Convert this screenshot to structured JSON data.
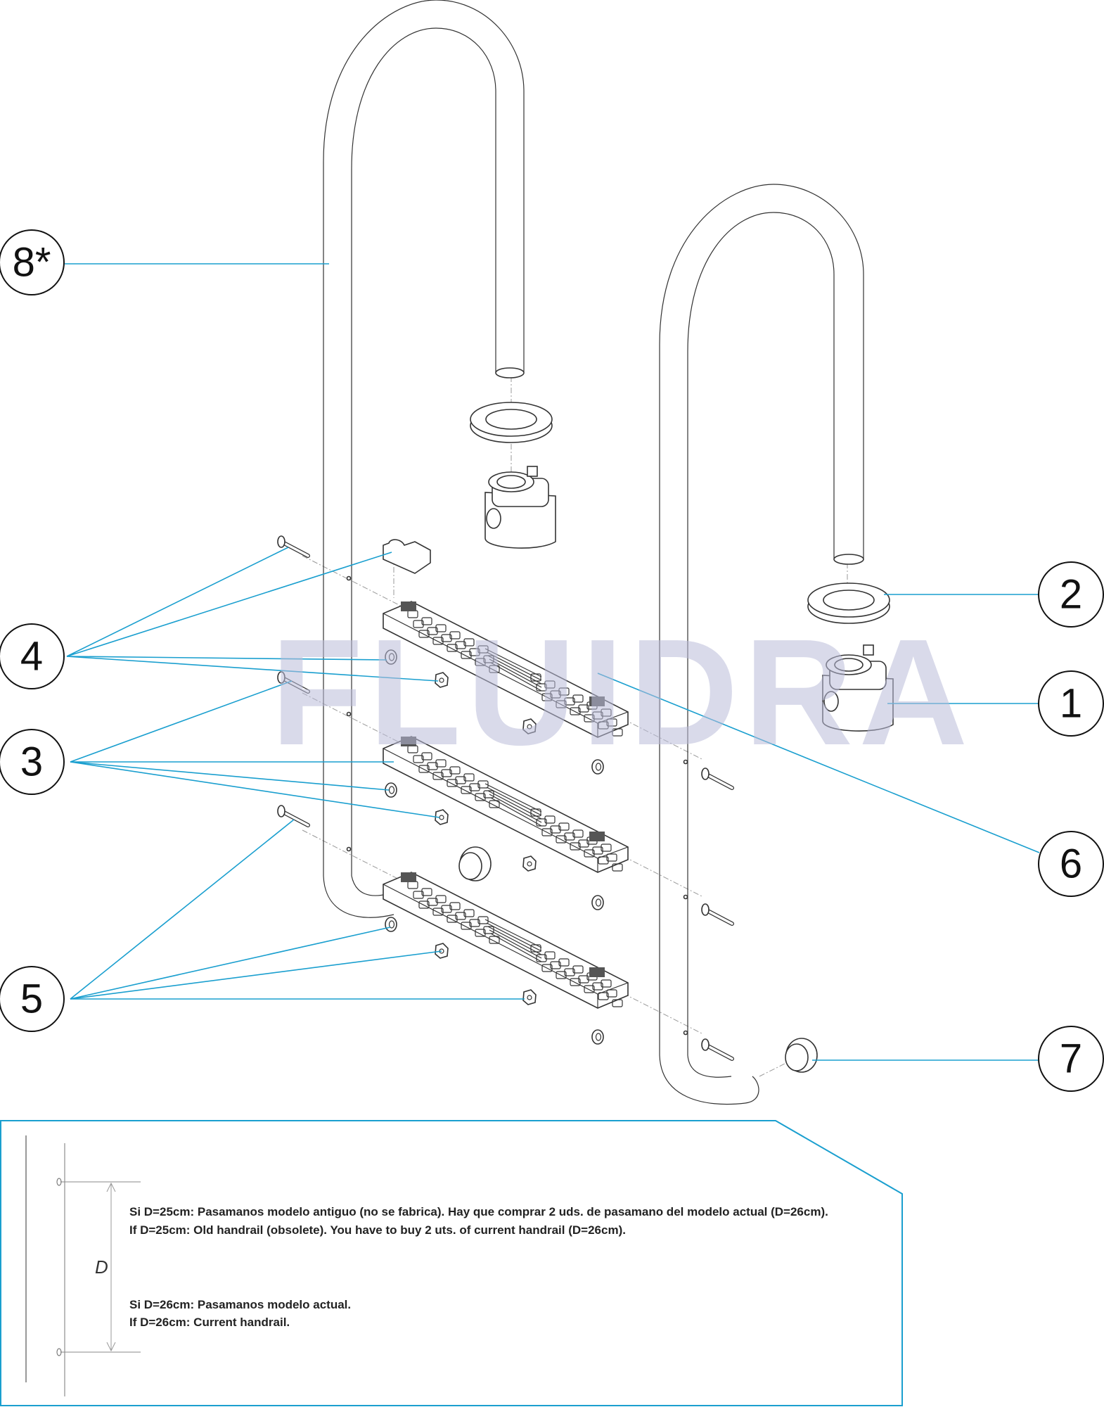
{
  "title": "Exploded parts diagram - pool ladder",
  "watermark": "FLUIDRA",
  "accent_color": "#1a9fcf",
  "callouts": [
    {
      "id": "8",
      "label": "8*"
    },
    {
      "id": "4",
      "label": "4"
    },
    {
      "id": "3",
      "label": "3"
    },
    {
      "id": "5",
      "label": "5"
    },
    {
      "id": "2",
      "label": "2"
    },
    {
      "id": "1",
      "label": "1"
    },
    {
      "id": "6",
      "label": "6"
    },
    {
      "id": "7",
      "label": "7"
    }
  ],
  "note": {
    "dimension_label": "D",
    "lines": [
      "Si D=25cm: Pasamanos modelo antiguo (no se fabrica). Hay que comprar 2 uds. de pasamano del modelo actual (D=26cm).",
      "If D=25cm: Old handrail (obsolete). You have to buy 2 uts. of current handrail (D=26cm).",
      "Si D=26cm: Pasamanos modelo actual.",
      "If D=26cm: Current handrail."
    ]
  }
}
